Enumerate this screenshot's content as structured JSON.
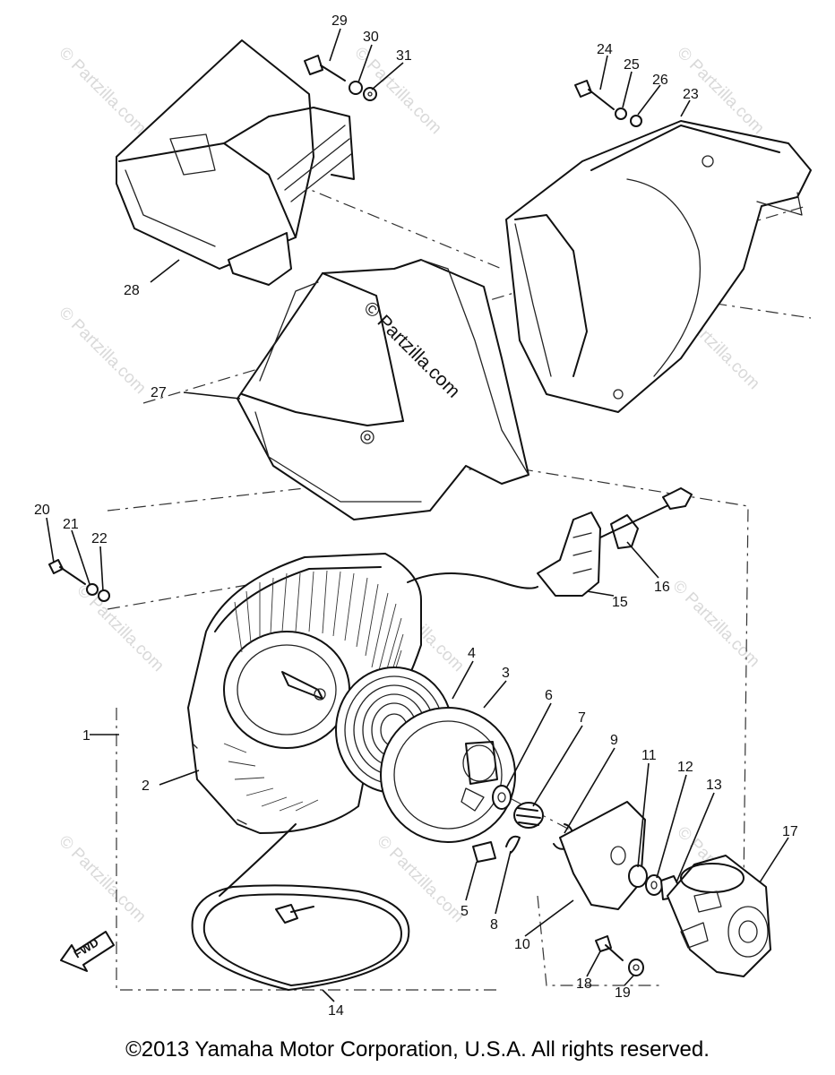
{
  "diagram": {
    "callouts": [
      {
        "id": "1",
        "text": "1"
      },
      {
        "id": "2",
        "text": "2"
      },
      {
        "id": "3",
        "text": "3"
      },
      {
        "id": "4",
        "text": "4"
      },
      {
        "id": "5",
        "text": "5"
      },
      {
        "id": "6",
        "text": "6"
      },
      {
        "id": "7",
        "text": "7"
      },
      {
        "id": "8",
        "text": "8"
      },
      {
        "id": "9",
        "text": "9"
      },
      {
        "id": "10",
        "text": "10"
      },
      {
        "id": "11",
        "text": "11"
      },
      {
        "id": "12",
        "text": "12"
      },
      {
        "id": "13",
        "text": "13"
      },
      {
        "id": "14",
        "text": "14"
      },
      {
        "id": "15",
        "text": "15"
      },
      {
        "id": "16",
        "text": "16"
      },
      {
        "id": "17",
        "text": "17"
      },
      {
        "id": "18",
        "text": "18"
      },
      {
        "id": "19",
        "text": "19"
      },
      {
        "id": "20",
        "text": "20"
      },
      {
        "id": "21",
        "text": "21"
      },
      {
        "id": "22",
        "text": "22"
      },
      {
        "id": "23",
        "text": "23"
      },
      {
        "id": "24",
        "text": "24"
      },
      {
        "id": "25",
        "text": "25"
      },
      {
        "id": "26",
        "text": "26"
      },
      {
        "id": "27",
        "text": "27"
      },
      {
        "id": "28",
        "text": "28"
      },
      {
        "id": "29",
        "text": "29"
      },
      {
        "id": "30",
        "text": "30"
      },
      {
        "id": "31",
        "text": "31"
      }
    ],
    "fwd_label": "FWD",
    "watermark_center": "© Partzilla.com",
    "watermark": "© Partzilla.com"
  },
  "footer": {
    "copyright": "©2013  Yamaha Motor Corporation, U.S.A. All rights reserved."
  }
}
